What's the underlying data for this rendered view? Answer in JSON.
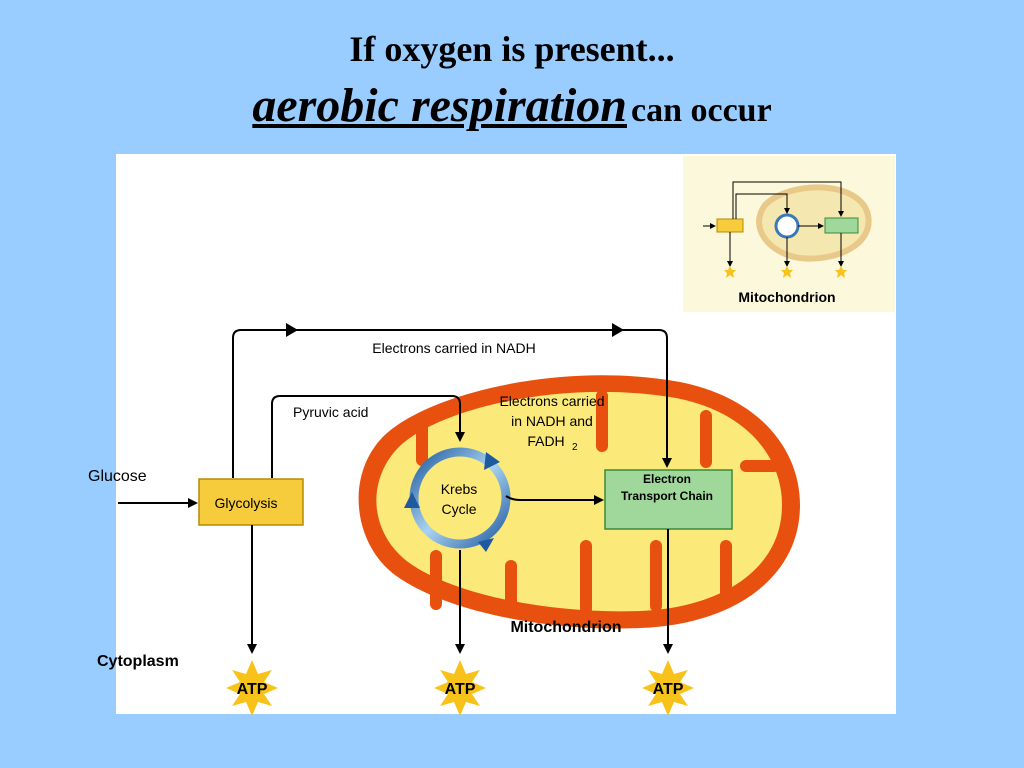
{
  "title": {
    "line1": "If oxygen is present...",
    "line2_emphasis": "aerobic respiration",
    "line2_rest": "can occur"
  },
  "inset": {
    "label": "Mitochondrion"
  },
  "diagram": {
    "electrons_nadh": "Electrons carried in NADH",
    "pyruvic_acid": "Pyruvic acid",
    "electrons_nadh_fadh_line1": "Electrons carried",
    "electrons_nadh_fadh_line2": "in NADH and",
    "electrons_nadh_fadh_line3": "FADH",
    "electrons_nadh_fadh_sub": "2",
    "glucose": "Glucose",
    "glycolysis": "Glycolysis",
    "krebs_line1": "Krebs",
    "krebs_line2": "Cycle",
    "etc_line1": "Electron",
    "etc_line2": "Transport Chain",
    "mitochondrion": "Mitochondrion",
    "cytoplasm": "Cytoplasm",
    "atp1": "ATP",
    "atp2": "ATP",
    "atp3": "ATP"
  },
  "colors": {
    "background": "#99ccff",
    "membrane": "#e8500f",
    "matrix": "#fbe97a",
    "glycolysis_box": "#f6cc3d",
    "etc_box": "#9fd89a",
    "atp_star": "#f7c21a",
    "krebs_ring": "#3a78b8"
  }
}
